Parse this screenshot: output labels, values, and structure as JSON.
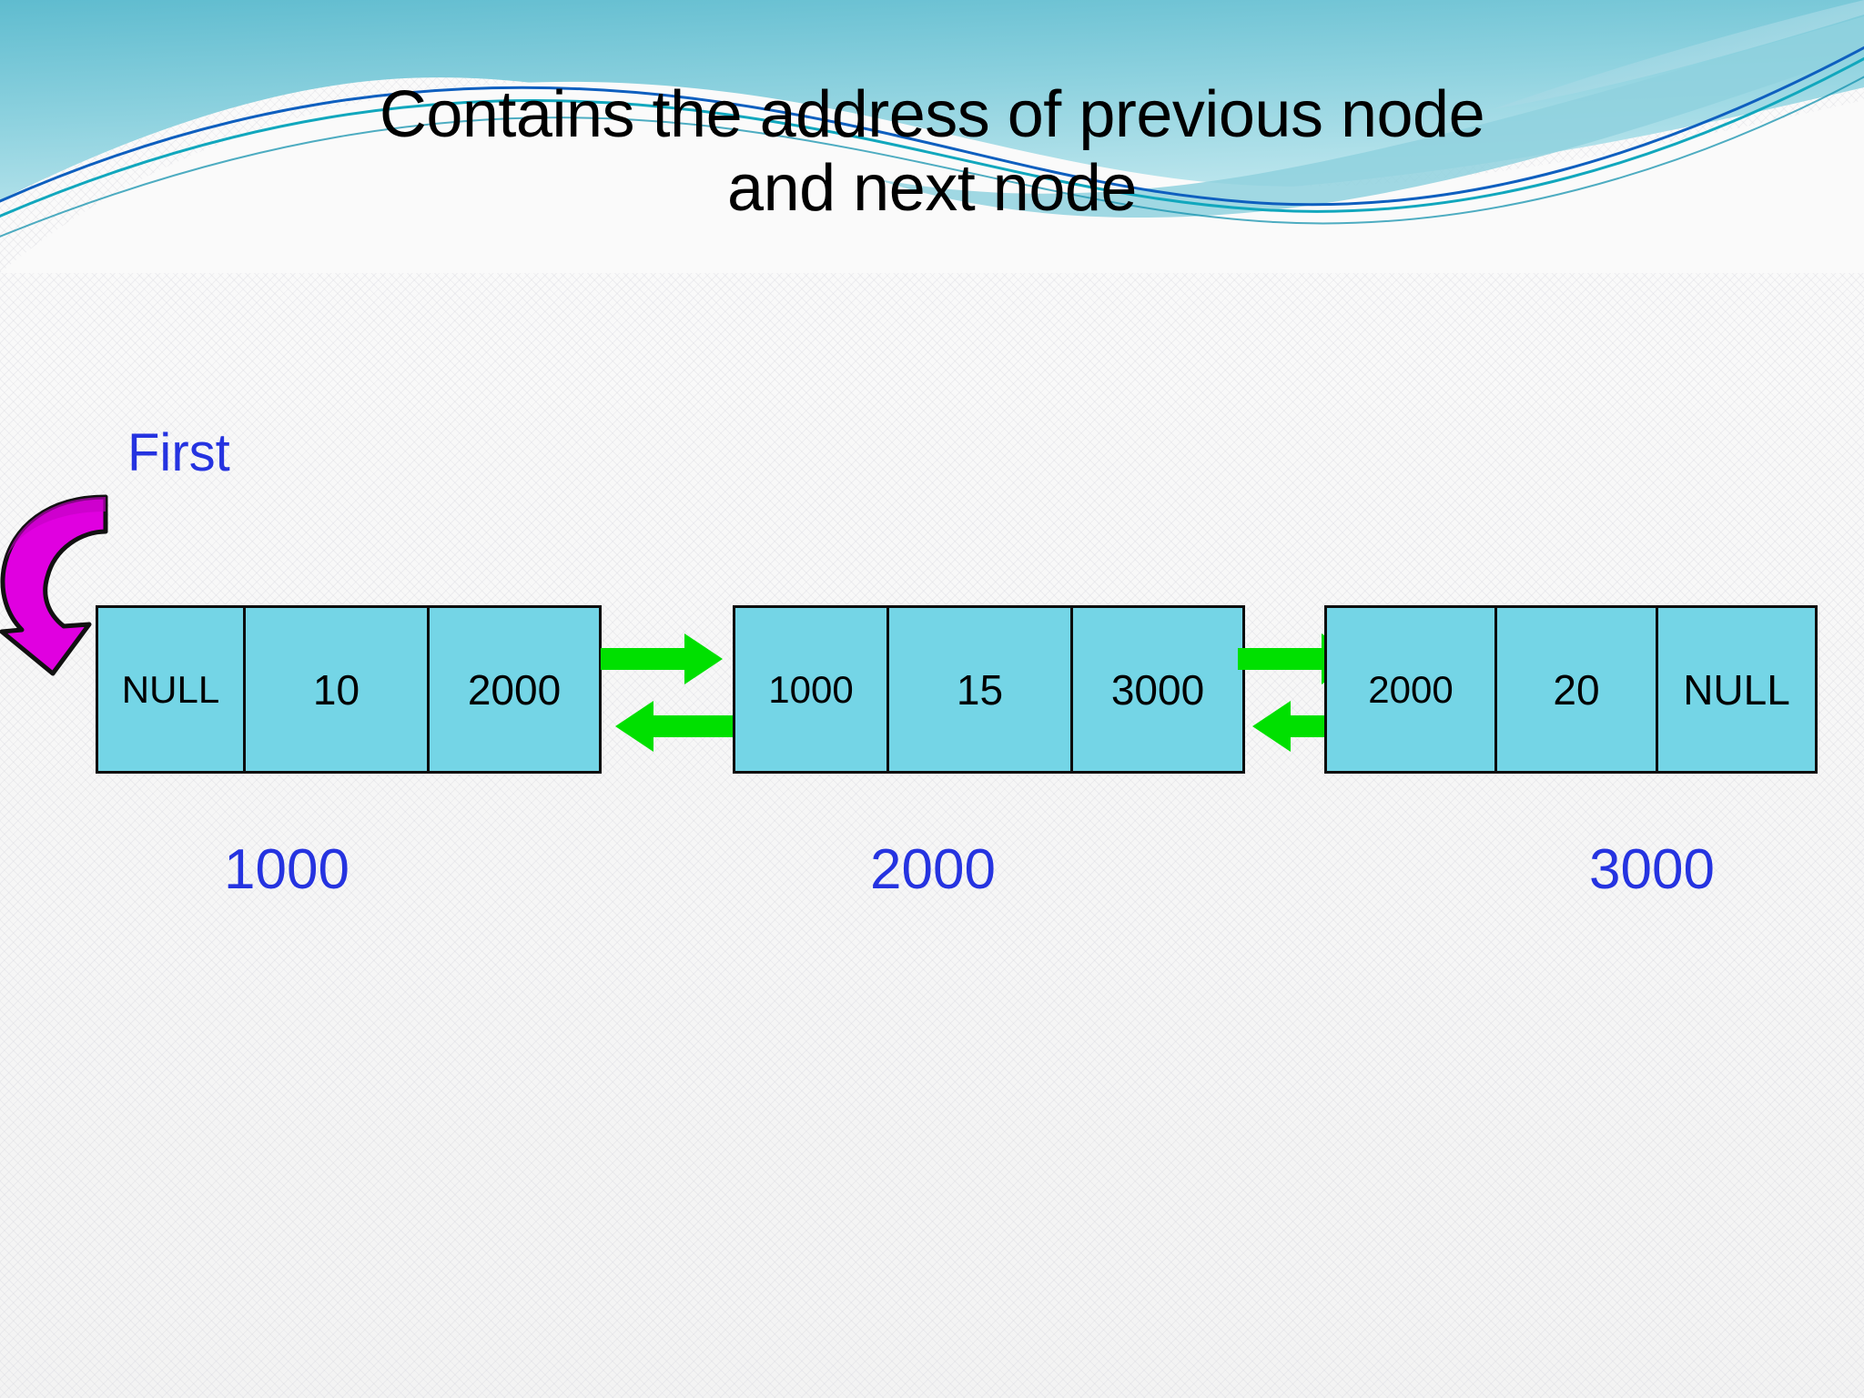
{
  "slide": {
    "title": "Contains the address of previous node\nand next node",
    "background_color": "#f6f6f6",
    "header_accent_color": "#6ec7d6"
  },
  "pointer": {
    "label": "First",
    "label_color": "#2533e0",
    "arrow_color": "#e000e0",
    "arrow_icon": "curved-arrow-icon"
  },
  "list": {
    "node_fill_color": "#74d5e6",
    "node_border_color": "#0c0c0c",
    "link_arrow_color": "#00e000",
    "nodes": [
      {
        "prev": "NULL",
        "data": "10",
        "next": "2000",
        "address": "1000"
      },
      {
        "prev": "1000",
        "data": "15",
        "next": "3000",
        "address": "2000"
      },
      {
        "prev": "2000",
        "data": "20",
        "next": "NULL",
        "address": "3000"
      }
    ],
    "links": [
      {
        "forward_icon": "arrow-right-icon",
        "backward_icon": "arrow-left-icon"
      },
      {
        "forward_icon": "arrow-right-icon",
        "backward_icon": "arrow-left-icon"
      }
    ]
  }
}
